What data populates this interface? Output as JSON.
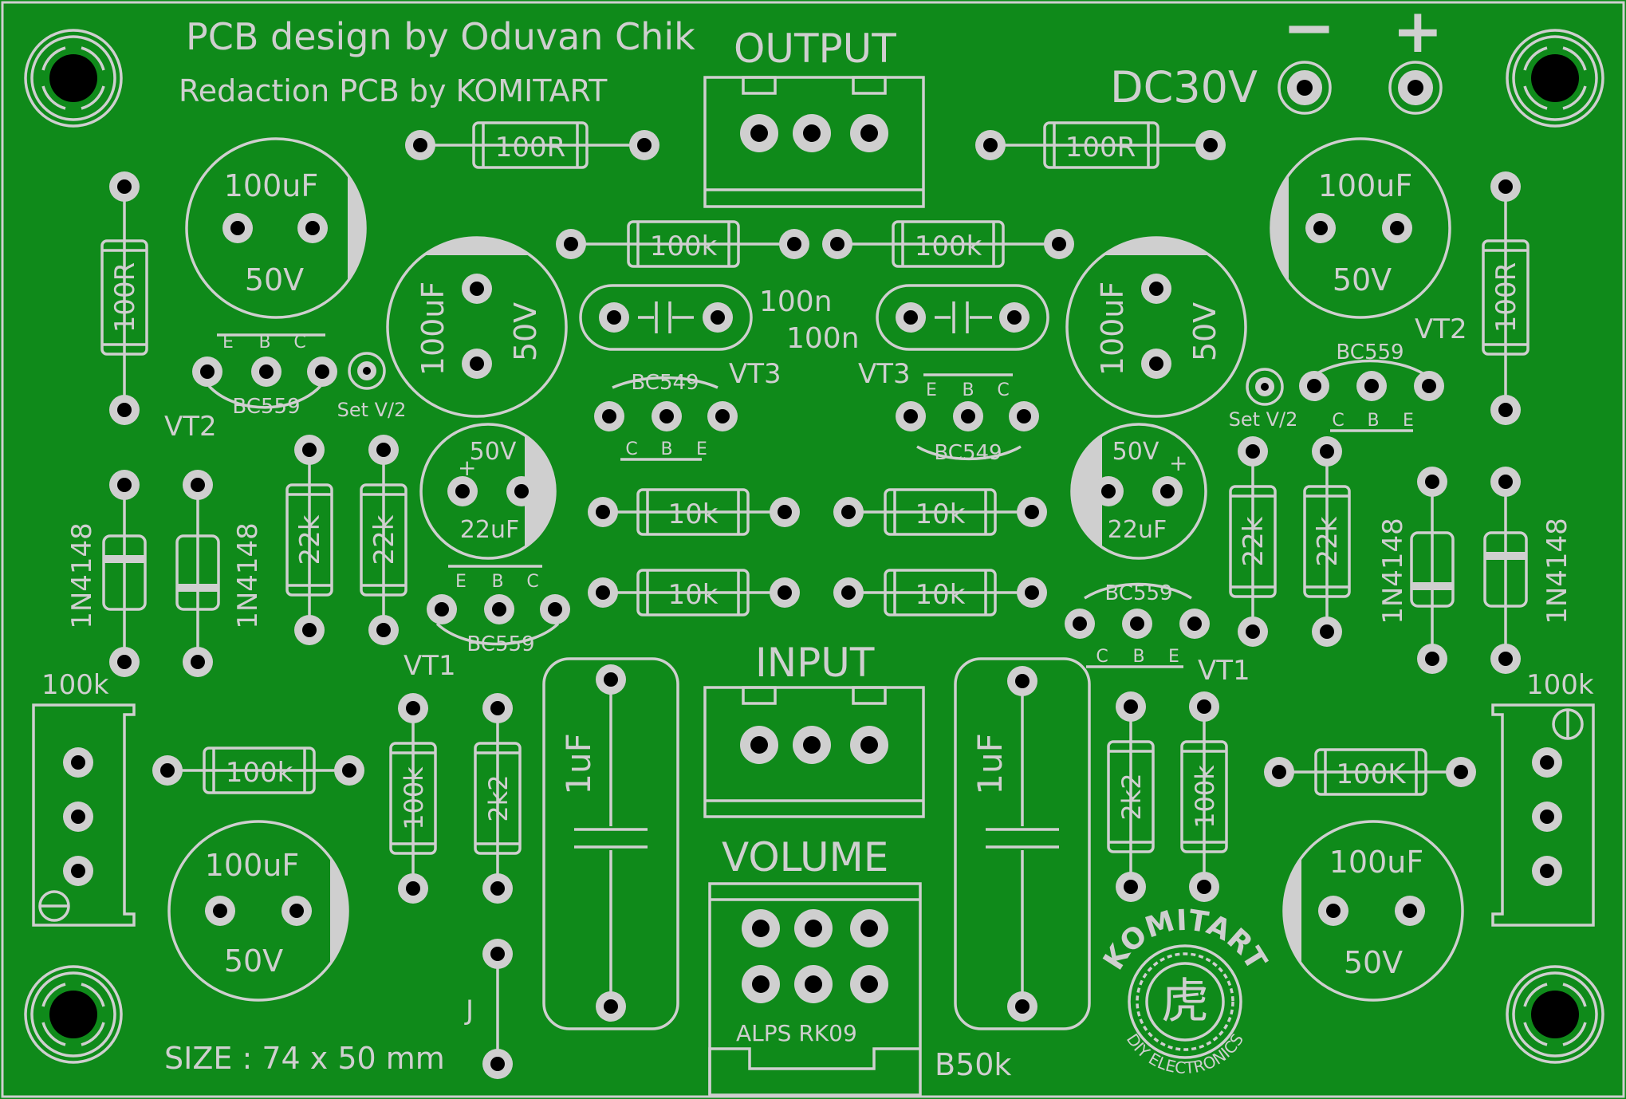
{
  "board": {
    "title_line1": "PCB design by Oduvan Chik",
    "title_line2": "Redaction PCB by KOMITART",
    "size": "SIZE : 74 x 50 mm",
    "power_label": "DC30V",
    "power_minus": "−",
    "power_plus": "+",
    "colors": {
      "board": "#0f8a1a",
      "silk": "#cfcfcf",
      "hole": "#000000"
    }
  },
  "connectors": {
    "output": "OUTPUT",
    "input": "INPUT",
    "volume": "VOLUME",
    "volume_part": "ALPS RK09",
    "volume_value": "B50k"
  },
  "labels": {
    "r100R": "100R",
    "r100k": "100k",
    "r100K": "100K",
    "r10k": "10k",
    "r22k": "22k",
    "r2k2": "2k2",
    "c100uF": "100uF",
    "c50V": "50V",
    "c22uF": "22uF",
    "c100n": "100n",
    "c1uF": "1uF",
    "plus": "+",
    "diode": "1N4148",
    "bc559": "BC559",
    "bc549": "BC549",
    "vt1": "VT1",
    "vt2": "VT2",
    "vt3": "VT3",
    "setv2": "Set V/2",
    "pot100k": "100k",
    "jumper": "J",
    "e": "E",
    "b": "B",
    "c": "C"
  },
  "logo": {
    "name": "KOMITART",
    "sub": "DIY ELECTRONICS",
    "glyph": "虎"
  }
}
